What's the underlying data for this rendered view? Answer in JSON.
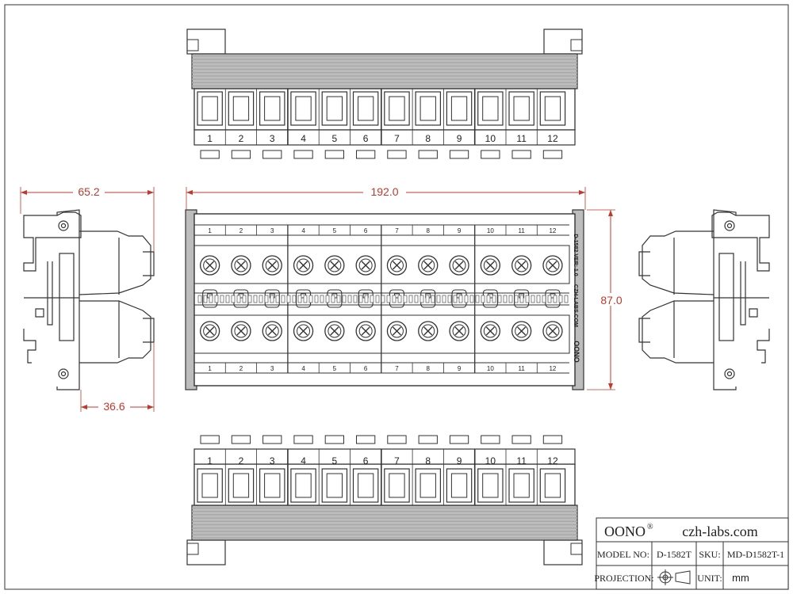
{
  "terminal_numbers": [
    "1",
    "2",
    "3",
    "4",
    "5",
    "6",
    "7",
    "8",
    "9",
    "10",
    "11",
    "12"
  ],
  "dimensions": {
    "width": "192.0",
    "height": "87.0",
    "depth": "65.2",
    "rail_depth": "36.6"
  },
  "board": {
    "model_text": "D-1582 VER: 1.0",
    "site_text": "CZH-LABS.COM",
    "brand_text": "OONO"
  },
  "title_block": {
    "brand": "OONO",
    "registered_mark": "®",
    "website": "czh-labs.com",
    "model_label": "MODEL NO:",
    "model_value": "D-1582T",
    "sku_label": "SKU:",
    "sku_value": "MD-D1582T-1",
    "projection_label": "PROJECTION:",
    "unit_label": "UNIT:",
    "unit_value": "mm",
    "projection_symbol_icon": "first-angle-projection-icon"
  },
  "colors": {
    "line": "#333333",
    "dimension": "#c0392b",
    "fin": "#bdbdbd",
    "fin_dark": "#a8a8a8"
  }
}
